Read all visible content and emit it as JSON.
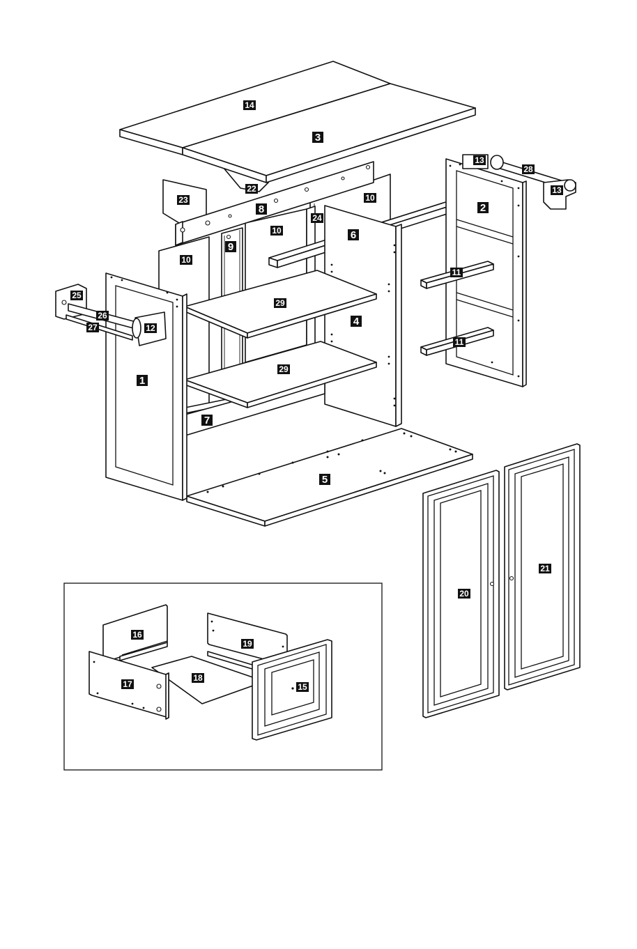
{
  "theme": {
    "line_color": "#111111",
    "label_bg": "#111111",
    "label_text": "#ffffff"
  },
  "parts": [
    {
      "id": "p14",
      "label": "14"
    },
    {
      "id": "p3",
      "label": "3"
    },
    {
      "id": "p13a",
      "label": "13"
    },
    {
      "id": "p28",
      "label": "28"
    },
    {
      "id": "p13b",
      "label": "13"
    },
    {
      "id": "p22",
      "label": "22"
    },
    {
      "id": "p23",
      "label": "23"
    },
    {
      "id": "p8",
      "label": "8"
    },
    {
      "id": "p10a",
      "label": "10"
    },
    {
      "id": "p2",
      "label": "2"
    },
    {
      "id": "p24",
      "label": "24"
    },
    {
      "id": "p10b",
      "label": "10"
    },
    {
      "id": "p6",
      "label": "6"
    },
    {
      "id": "p9",
      "label": "9"
    },
    {
      "id": "p10c",
      "label": "10"
    },
    {
      "id": "p11a",
      "label": "11"
    },
    {
      "id": "p25",
      "label": "25"
    },
    {
      "id": "p29a",
      "label": "29"
    },
    {
      "id": "p26",
      "label": "26"
    },
    {
      "id": "p12",
      "label": "12"
    },
    {
      "id": "p27",
      "label": "27"
    },
    {
      "id": "p4",
      "label": "4"
    },
    {
      "id": "p11b",
      "label": "11"
    },
    {
      "id": "p1",
      "label": "1"
    },
    {
      "id": "p29b",
      "label": "29"
    },
    {
      "id": "p7",
      "label": "7"
    },
    {
      "id": "p5",
      "label": "5"
    },
    {
      "id": "p21",
      "label": "21"
    },
    {
      "id": "p20",
      "label": "20"
    },
    {
      "id": "p16",
      "label": "16"
    },
    {
      "id": "p19",
      "label": "19"
    },
    {
      "id": "p18",
      "label": "18"
    },
    {
      "id": "p17",
      "label": "17"
    },
    {
      "id": "p15",
      "label": "15"
    }
  ]
}
